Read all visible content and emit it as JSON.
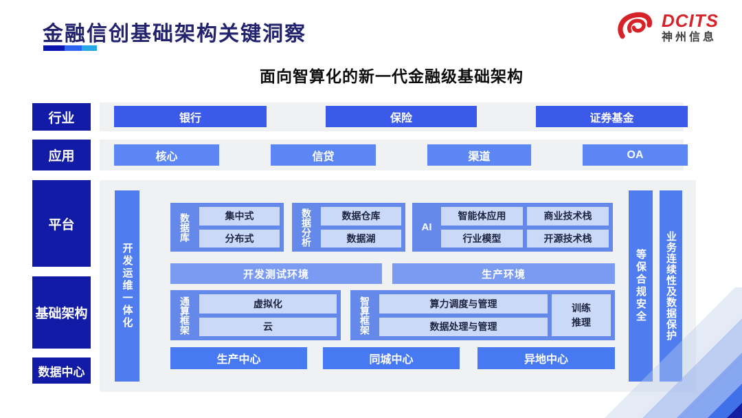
{
  "page": {
    "title": "金融信创基础架构关键洞察",
    "subtitle": "面向智算化的新一代金融级基础架构"
  },
  "logo": {
    "brand": "DCITS",
    "company": "神州信息"
  },
  "layers": {
    "industry": {
      "label": "行业",
      "items": [
        "银行",
        "保险",
        "证券基金"
      ]
    },
    "application": {
      "label": "应用",
      "items": [
        "核心",
        "信贷",
        "渠道",
        "OA"
      ]
    },
    "platform": {
      "label": "平台"
    },
    "infrastructure": {
      "label": "基础架构"
    },
    "datacenter": {
      "label": "数据中心"
    }
  },
  "platform": {
    "left_bar": "开发运维一体化",
    "groups": [
      {
        "label": "数据库",
        "items": [
          "集中式",
          "分布式"
        ]
      },
      {
        "label": "数据分析",
        "items": [
          "数据仓库",
          "数据湖"
        ]
      },
      {
        "label": "AI",
        "items": [
          "智能体应用",
          "商业技术栈",
          "行业模型",
          "开源技术栈"
        ]
      }
    ],
    "environments": [
      "开发测试环境",
      "生产环境"
    ],
    "frameworks": [
      {
        "label": "通算框架",
        "items": [
          "虚拟化",
          "云"
        ]
      },
      {
        "label": "智算框架",
        "items": [
          "算力调度与管理",
          "数据处理与管理"
        ],
        "side_item": "训练推理"
      }
    ],
    "centers": [
      "生产中心",
      "同城中心",
      "异地中心"
    ],
    "right_bars": [
      "等保合规安全",
      "业务连续性及数据保护"
    ]
  },
  "colors": {
    "navy_label": "#111ba5",
    "title_text": "#23226e",
    "industry_button": "#3c5ae9",
    "application_button": "#5c86f3",
    "vertical_bar": "#4f7def",
    "group_box": "#6589ea",
    "inner_box": "#cbd9f8",
    "env_bar": "#7b9af1",
    "center_button": "#4679f2",
    "logo_red": "#d6232a",
    "accent_bars": [
      "#0a15b0",
      "#2e64f1",
      "#29a8e8"
    ]
  }
}
